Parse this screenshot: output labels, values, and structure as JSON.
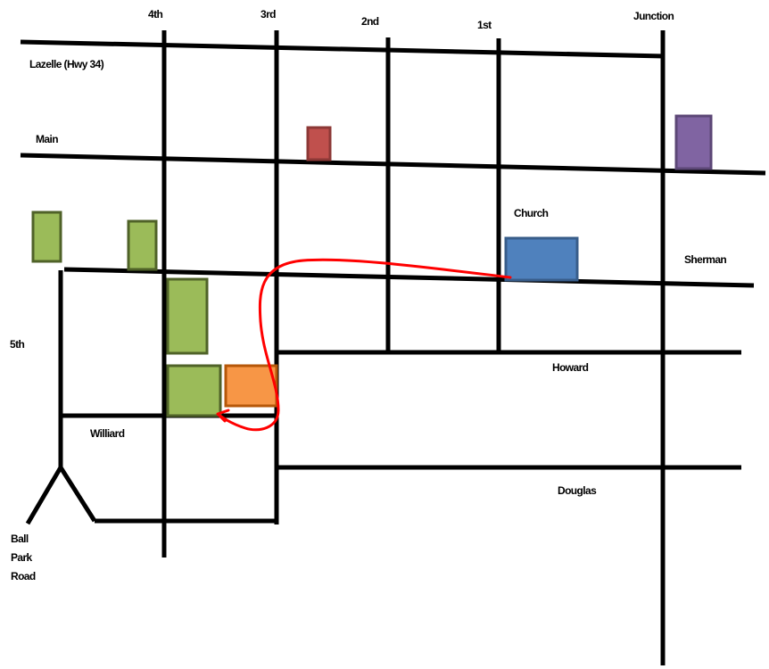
{
  "map": {
    "streets": {
      "vertical": {
        "fourth": "4th",
        "third": "3rd",
        "second": "2nd",
        "first": "1st",
        "junction": "Junction",
        "fifth": "5th"
      },
      "horizontal": {
        "lazelle": "Lazelle (Hwy 34)",
        "main": "Main",
        "sherman": "Sherman",
        "howard": "Howard",
        "williard": "Williard",
        "douglas": "Douglas"
      },
      "ball_park_road": [
        "Ball",
        "Park",
        "Road"
      ]
    },
    "landmarks": {
      "church": "Church"
    },
    "buildings": [
      {
        "name": "red-building",
        "fill": "#c0504d",
        "stroke": "#8c3836"
      },
      {
        "name": "purple-building",
        "fill": "#8064a2",
        "stroke": "#5c4776"
      },
      {
        "name": "green-building",
        "fill": "#9bbb59",
        "stroke": "#4f6228"
      },
      {
        "name": "church-building",
        "fill": "#4f81bd",
        "stroke": "#385d8a"
      },
      {
        "name": "orange-building",
        "fill": "#f79646",
        "stroke": "#b65708"
      }
    ],
    "route": {
      "from": "Church",
      "to": "green building at 4th & Williard",
      "color": "#ff0000"
    },
    "road_color": "#000000"
  }
}
